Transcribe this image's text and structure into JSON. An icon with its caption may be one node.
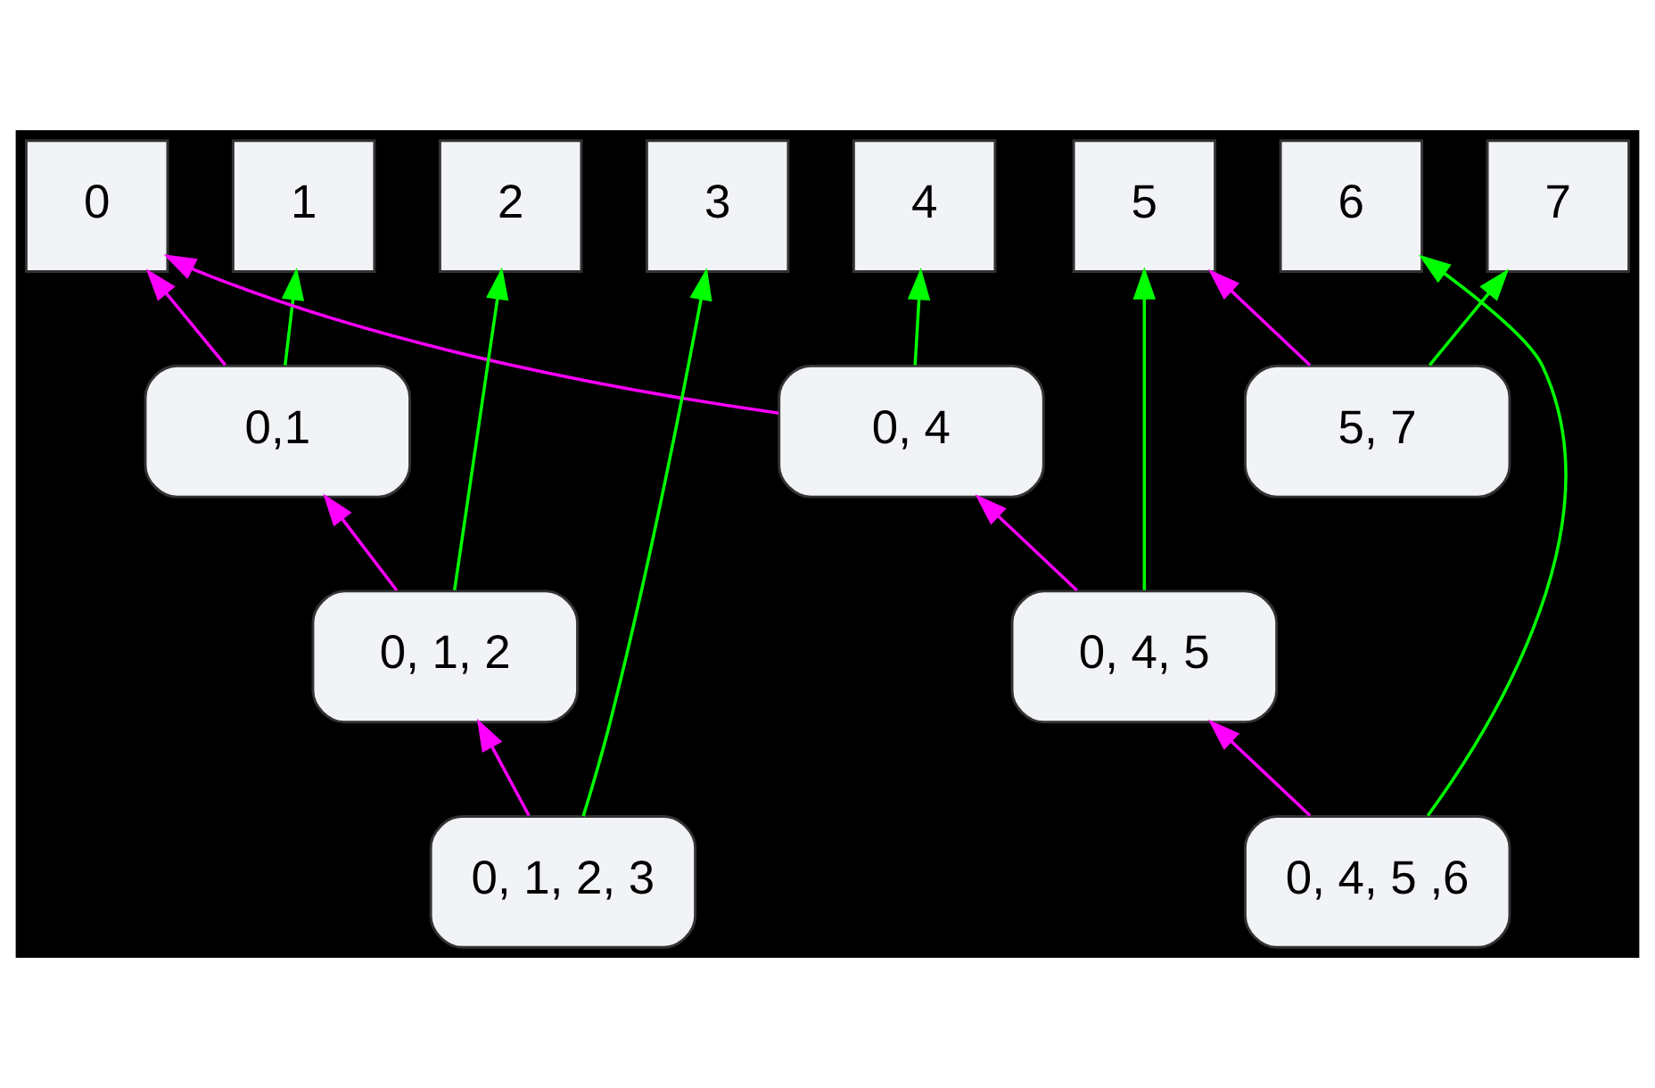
{
  "diagram": {
    "nodes": [
      {
        "text": [
          "0"
        ]
      },
      {
        "text": [
          "1"
        ]
      },
      {
        "text": [
          "2"
        ]
      },
      {
        "text": [
          "3"
        ]
      },
      {
        "text": [
          "4"
        ]
      },
      {
        "text": [
          "5"
        ]
      },
      {
        "text": [
          "6"
        ]
      },
      {
        "text": [
          "7"
        ]
      },
      {
        "text": [
          "0,1"
        ]
      },
      {
        "text": [
          "0, 4"
        ]
      },
      {
        "text": [
          "5, 7"
        ]
      },
      {
        "text": [
          "0, 1, 2"
        ]
      },
      {
        "text": [
          "0, 4, 5"
        ]
      },
      {
        "text": [
          "0, 1, 2, 3"
        ]
      },
      {
        "text": [
          "0, 4, 5 ,6"
        ]
      }
    ],
    "edges": [
      {
        "from": 8,
        "to": 0,
        "arrow": "to",
        "color": "#ff00ff"
      },
      {
        "from": 8,
        "to": 1,
        "arrow": "to",
        "color": "#00ff00"
      },
      {
        "from": 9,
        "to": 0,
        "arrow": "to",
        "color": "#ff00ff"
      },
      {
        "from": 9,
        "to": 4,
        "arrow": "to",
        "color": "#00ff00"
      },
      {
        "from": 10,
        "to": 5,
        "arrow": "to",
        "color": "#ff00ff"
      },
      {
        "from": 10,
        "to": 7,
        "arrow": "to",
        "color": "#00ff00"
      },
      {
        "from": 11,
        "to": 8,
        "arrow": "to",
        "color": "#ff00ff"
      },
      {
        "from": 11,
        "to": 2,
        "arrow": "to",
        "color": "#00ff00"
      },
      {
        "from": 12,
        "to": 9,
        "arrow": "to",
        "color": "#ff00ff"
      },
      {
        "from": 12,
        "to": 5,
        "arrow": "to",
        "color": "#00ff00"
      },
      {
        "from": 13,
        "to": 11,
        "arrow": "to",
        "color": "#ff00ff"
      },
      {
        "from": 13,
        "to": 3,
        "arrow": "to",
        "color": "#00ff00"
      },
      {
        "from": 14,
        "to": 12,
        "arrow": "to",
        "color": "#ff00ff"
      },
      {
        "from": 14,
        "to": 6,
        "arrow": "to",
        "color": "#00ff00"
      }
    ]
  }
}
